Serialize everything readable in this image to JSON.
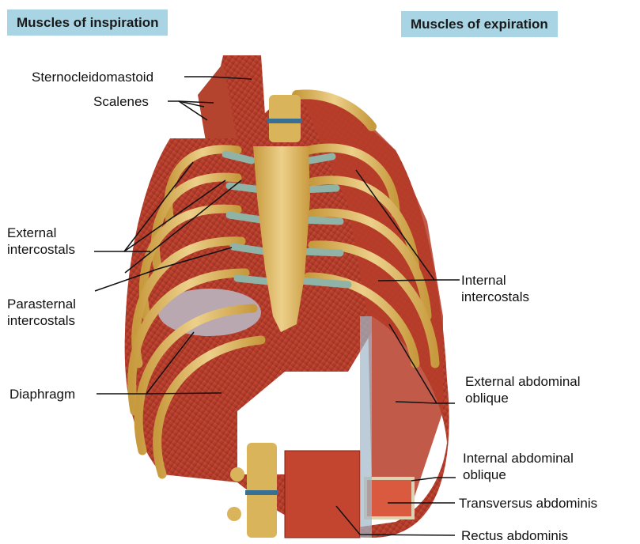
{
  "headers": {
    "inspiration": "Muscles of inspiration",
    "expiration": "Muscles of expiration"
  },
  "labels": {
    "sternocleidomastoid": "Sternocleidomastoid",
    "scalenes": "Scalenes",
    "external_intercostals": [
      "External",
      "intercostals"
    ],
    "parasternal_intercostals": [
      "Parasternal",
      "intercostals"
    ],
    "diaphragm": "Diaphragm",
    "internal_intercostals": [
      "Internal",
      "intercostals"
    ],
    "external_abdominal_oblique": [
      "External abdominal",
      "oblique"
    ],
    "internal_abdominal_oblique": [
      "Internal abdominal",
      "oblique"
    ],
    "transversus_abdominis": "Transversus abdominis",
    "rectus_abdominis": "Rectus abdominis"
  },
  "colors": {
    "header_bg": "#a9d4e4",
    "muscle": "#c0392b",
    "muscle_dark": "#8e2a1e",
    "bone": "#d9b45a",
    "cartilage": "#8fb3a6",
    "leader_line": "#111111"
  }
}
